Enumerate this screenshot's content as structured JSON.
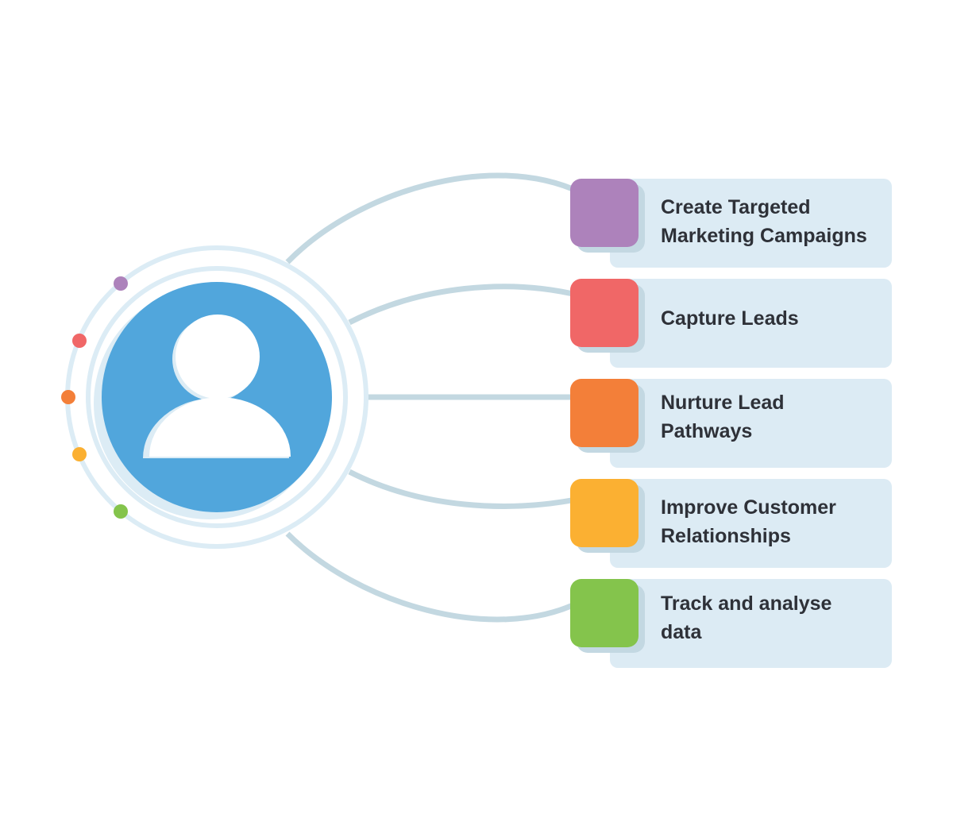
{
  "diagram": {
    "center_node": {
      "icon": "user-icon",
      "color": "#51a6dc",
      "ring_color": "#dcecf5",
      "connector_color": "#c3d8e1"
    },
    "items": [
      {
        "label": "Create Targeted Marketing Campaigns",
        "lines": [
          "Create Targeted",
          "Marketing Campaigns"
        ],
        "color": "#ad82bb"
      },
      {
        "label": "Capture Leads",
        "lines": [
          "Capture Leads"
        ],
        "color": "#f06767"
      },
      {
        "label": "Nurture Lead Pathways",
        "lines": [
          "Nurture Lead",
          "Pathways"
        ],
        "color": "#f37f39"
      },
      {
        "label": "Improve Customer Relationships",
        "lines": [
          "Improve Customer",
          "Relationships"
        ],
        "color": "#fbb032"
      },
      {
        "label": "Track and analyse data",
        "lines": [
          "Track and analyse",
          "data"
        ],
        "color": "#84c44c"
      }
    ]
  }
}
